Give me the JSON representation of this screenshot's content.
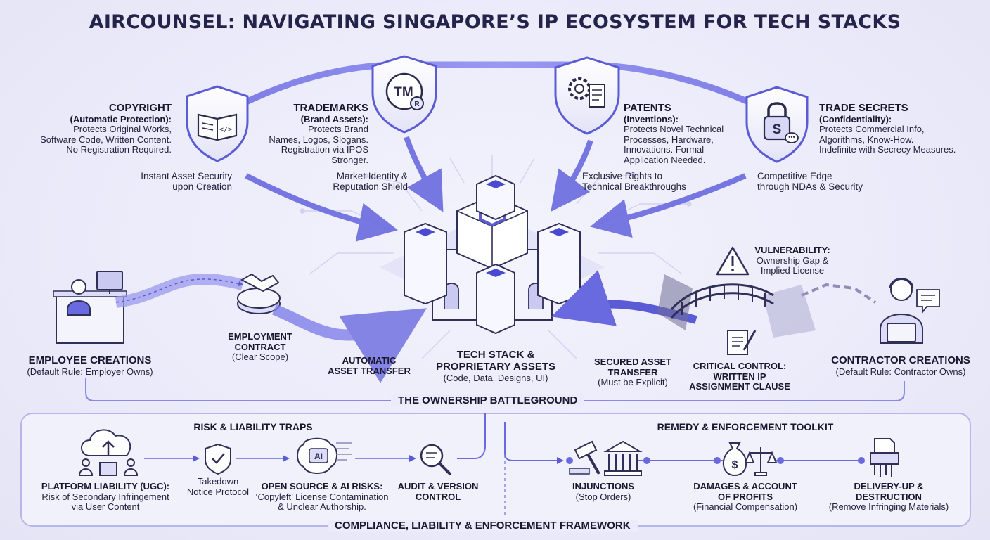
{
  "title": "AIRCOUNSEL: NAVIGATING SINGAPORE’S IP ECOSYSTEM FOR TECH STACKS",
  "pillars": {
    "copyright": {
      "heading": "COPYRIGHT",
      "subheading": "(Automatic Protection):",
      "body": [
        "Protects Original Works,",
        "Software Code, Written Content.",
        "No Registration Required."
      ],
      "caption": [
        "Instant Asset Security",
        "upon Creation"
      ]
    },
    "trademarks": {
      "heading": "TRADEMARKS",
      "subheading": "(Brand Assets):",
      "body": [
        "Protects Brand",
        "Names, Logos, Slogans.",
        "Registration via IPOS",
        "Stronger."
      ],
      "caption": [
        "Market Identity &",
        "Reputation Shield"
      ],
      "icon_text": "TM",
      "icon_badge": "R"
    },
    "patents": {
      "heading": "PATENTS",
      "subheading": "(Inventions):",
      "body": [
        "Protects Novel Technical",
        "Processes, Hardware,",
        "Innovations. Formal",
        "Application Needed."
      ],
      "caption": [
        "Exclusive Rights to",
        "Technical Breakthroughs"
      ]
    },
    "trade_secrets": {
      "heading": "TRADE SECRETS",
      "subheading": "(Confidentiality):",
      "body": [
        "Protects Commercial Info,",
        "Algorithms, Know-How.",
        "Indefinite with Secrecy Measures."
      ],
      "caption": [
        "Competitive Edge",
        "through NDAs & Security"
      ],
      "icon_text": "S"
    }
  },
  "ownership": {
    "employee": {
      "heading": "EMPLOYEE CREATIONS",
      "note": "(Default Rule: Employer Owns)"
    },
    "contract": {
      "heading": [
        "EMPLOYMENT",
        "CONTRACT"
      ],
      "note": "(Clear Scope)"
    },
    "auto_transfer": [
      "AUTOMATIC",
      "ASSET TRANSFER"
    ],
    "core": {
      "heading": [
        "TECH STACK &",
        "PROPRIETARY ASSETS"
      ],
      "note": "(Code, Data, Designs, UI)"
    },
    "secured_transfer": {
      "heading": [
        "SECURED ASSET",
        "TRANSFER"
      ],
      "note": "(Must be Explicit)"
    },
    "vulnerability": {
      "heading": "VULNERABILITY:",
      "note": [
        "Ownership Gap &",
        "Implied License"
      ]
    },
    "critical": [
      "CRITICAL CONTROL:",
      "WRITTEN IP",
      "ASSIGNMENT CLAUSE"
    ],
    "contractor": {
      "heading": "CONTRACTOR CREATIONS",
      "note": "(Default Rule: Contractor Owns)"
    },
    "band_label": "THE OWNERSHIP BATTLEGROUND"
  },
  "risk": {
    "label": "RISK & LIABILITY TRAPS",
    "platform": {
      "heading": "PLATFORM LIABILITY (UGC):",
      "body": [
        "Risk of Secondary Infringement",
        "via User Content"
      ]
    },
    "takedown": [
      "Takedown",
      "Notice Protocol"
    ],
    "opensource": {
      "heading": "OPEN SOURCE & AI RISKS:",
      "body": [
        "‘Copyleft’ License Contamination",
        "& Unclear Authorship."
      ],
      "icon_text": "AI"
    },
    "audit": [
      "AUDIT & VERSION",
      "CONTROL"
    ]
  },
  "remedy": {
    "label": "REMEDY & ENFORCEMENT TOOLKIT",
    "injunctions": {
      "heading": "INJUNCTIONS",
      "note": "(Stop Orders)"
    },
    "damages": {
      "heading": [
        "DAMAGES & ACCOUNT",
        "OF PROFITS"
      ],
      "note": "(Financial Compensation)"
    },
    "delivery": {
      "heading": [
        "DELIVERY-UP &",
        "DESTRUCTION"
      ],
      "note": "(Remove Infringing Materials)"
    }
  },
  "footer_label": "COMPLIANCE, LIABILITY & ENFORCEMENT FRAMEWORK",
  "colors": {
    "accent": "#5b5bd6",
    "accent_light": "#a9a9ee",
    "ink": "#1e1e38",
    "panel": "#f4f4fc"
  },
  "icons": [
    "book-code-icon",
    "trademark-icon",
    "gear-bulb-icon",
    "lock-secret-icon",
    "employee-desk-icon",
    "handshake-icon",
    "fortress-server-icon",
    "warning-icon",
    "bridge-icon",
    "contract-pen-icon",
    "contractor-headset-icon",
    "cloud-upload-icon",
    "shield-check-icon",
    "ai-brain-icon",
    "magnifier-icon",
    "gavel-icon",
    "courthouse-icon",
    "money-scales-icon",
    "shredder-icon"
  ]
}
